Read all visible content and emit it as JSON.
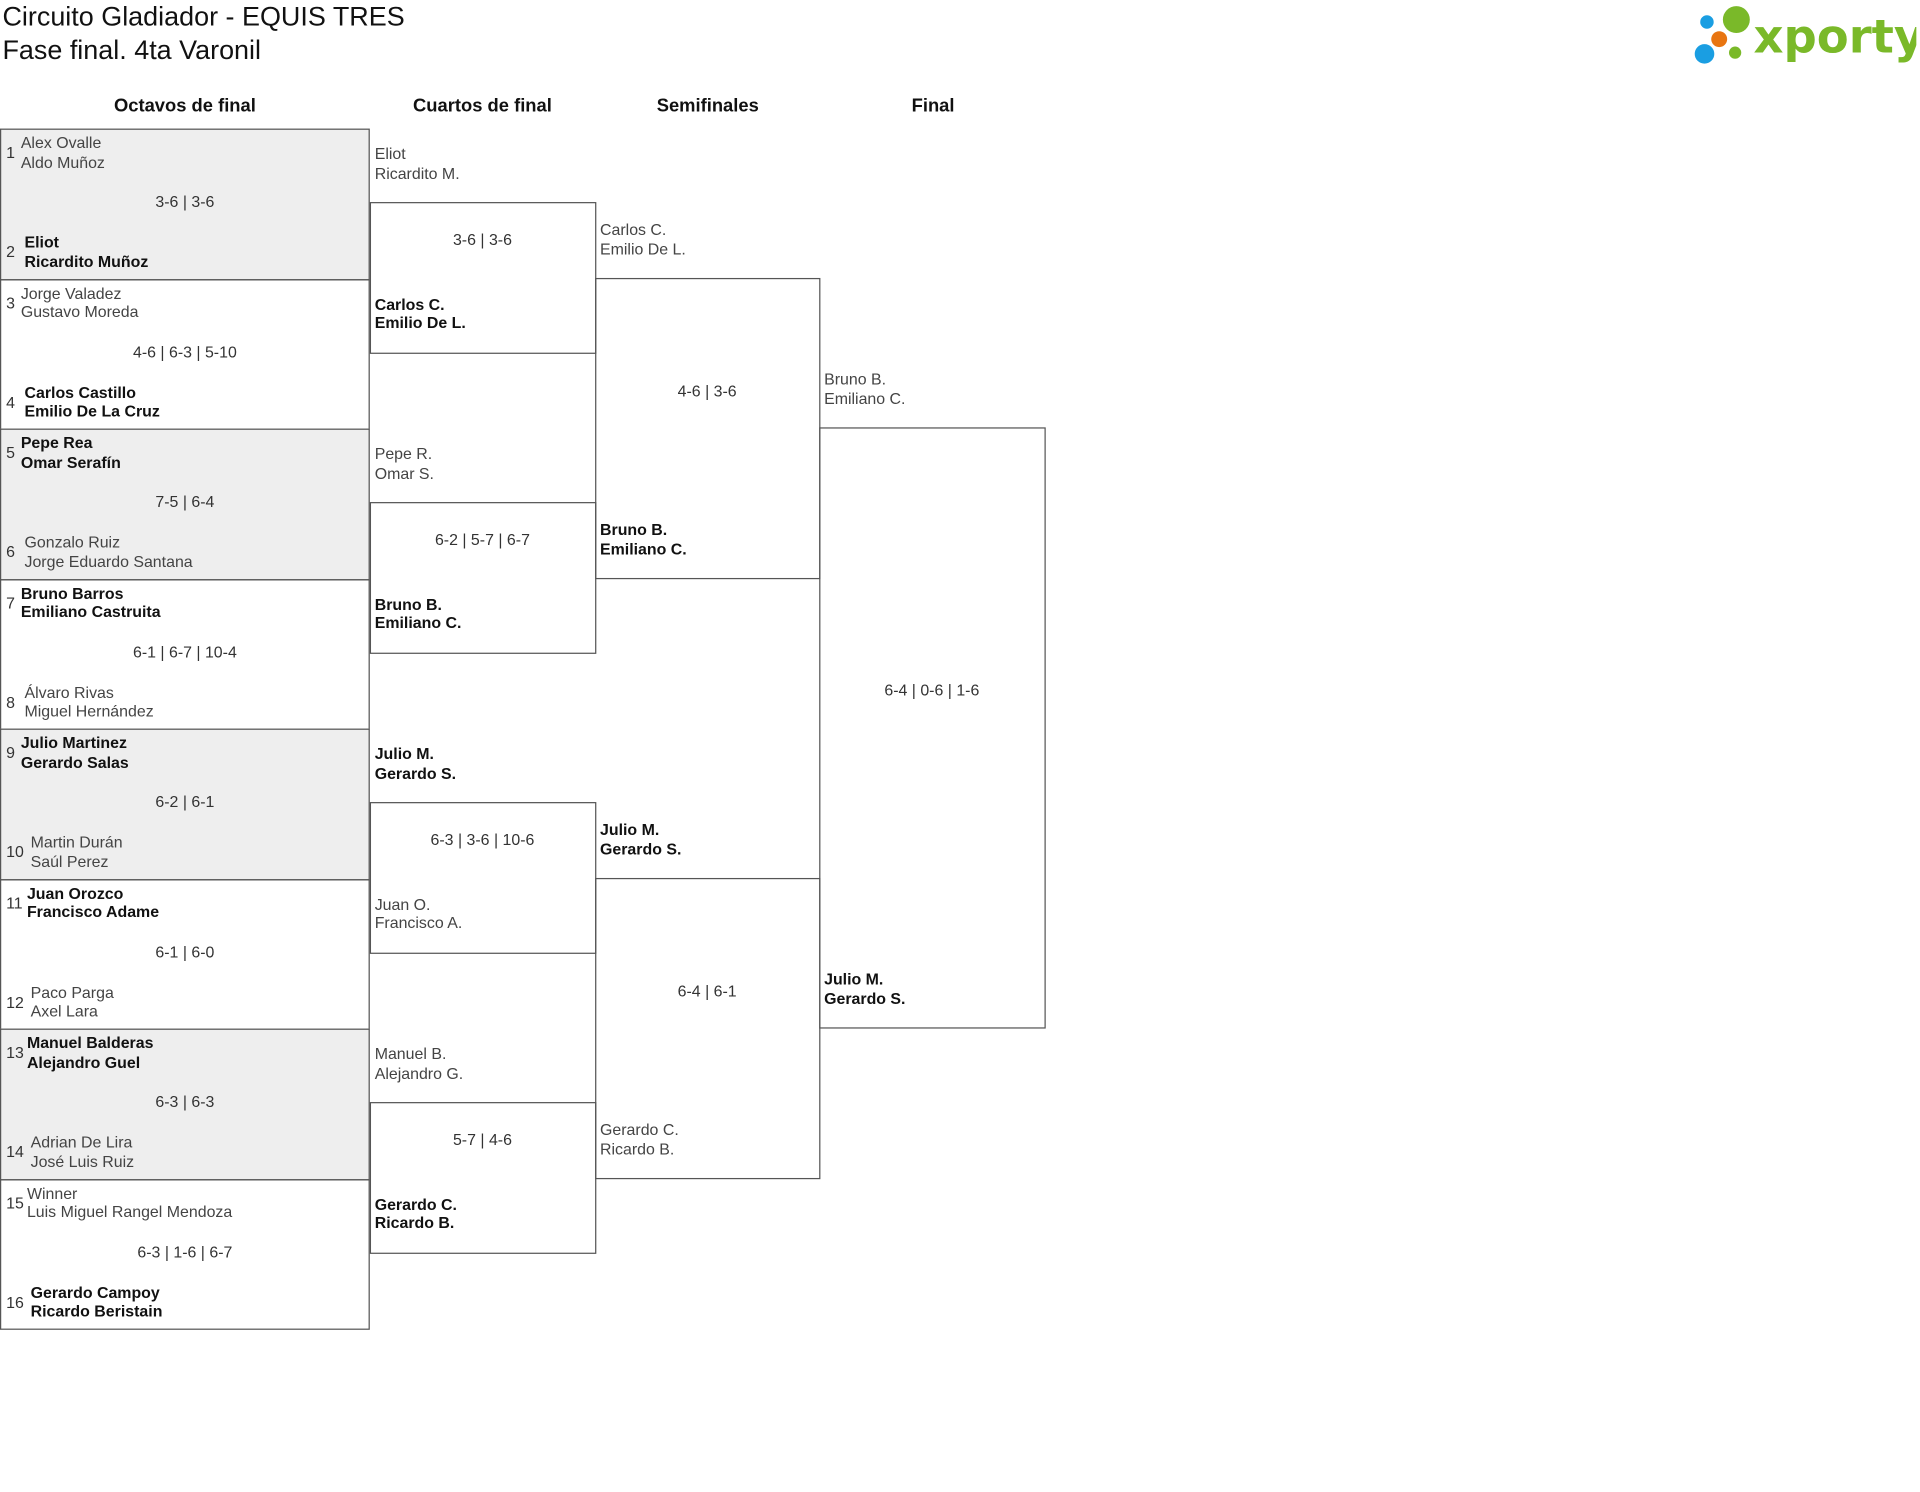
{
  "header": {
    "title": "Circuito Gladiador - EQUIS TRES",
    "subtitle": "Fase final. 4ta Varonil",
    "logo_text": "xporty"
  },
  "colors": {
    "logo_green": "#7ab929",
    "logo_blue": "#1a9ee2",
    "logo_orange": "#e87511",
    "alt_row": "#eeeeee"
  },
  "rounds": [
    {
      "label": "Octavos de final",
      "matches": [
        {
          "score": "3-6 | 3-6",
          "top": {
            "seed": "1",
            "names": [
              "Alex Ovalle",
              "Aldo Muñoz"
            ],
            "winner": false
          },
          "bottom": {
            "seed": "2",
            "names": [
              "Eliot",
              "Ricardito Muñoz"
            ],
            "winner": true
          }
        },
        {
          "score": "4-6 | 6-3 | 5-10",
          "top": {
            "seed": "3",
            "names": [
              "Jorge Valadez",
              "Gustavo Moreda"
            ],
            "winner": false
          },
          "bottom": {
            "seed": "4",
            "names": [
              "Carlos Castillo",
              "Emilio De La Cruz"
            ],
            "winner": true
          }
        },
        {
          "score": "7-5 | 6-4",
          "top": {
            "seed": "5",
            "names": [
              "Pepe Rea",
              "Omar Serafín"
            ],
            "winner": true
          },
          "bottom": {
            "seed": "6",
            "names": [
              "Gonzalo Ruiz",
              "Jorge Eduardo Santana"
            ],
            "winner": false
          }
        },
        {
          "score": "6-1 | 6-7 | 10-4",
          "top": {
            "seed": "7",
            "names": [
              "Bruno Barros",
              "Emiliano Castruita"
            ],
            "winner": true
          },
          "bottom": {
            "seed": "8",
            "names": [
              "Álvaro Rivas",
              "Miguel Hernández"
            ],
            "winner": false
          }
        },
        {
          "score": "6-2 | 6-1",
          "top": {
            "seed": "9",
            "names": [
              "Julio Martinez",
              "Gerardo Salas"
            ],
            "winner": true
          },
          "bottom": {
            "seed": "10",
            "names": [
              "Martin Durán",
              "Saúl Perez"
            ],
            "winner": false
          }
        },
        {
          "score": "6-1 | 6-0",
          "top": {
            "seed": "11",
            "names": [
              "Juan Orozco",
              "Francisco Adame"
            ],
            "winner": true
          },
          "bottom": {
            "seed": "12",
            "names": [
              "Paco Parga",
              "Axel Lara"
            ],
            "winner": false
          }
        },
        {
          "score": "6-3 | 6-3",
          "top": {
            "seed": "13",
            "names": [
              "Manuel Balderas",
              "Alejandro Guel"
            ],
            "winner": true
          },
          "bottom": {
            "seed": "14",
            "names": [
              "Adrian De Lira",
              "José Luis Ruiz"
            ],
            "winner": false
          }
        },
        {
          "score": "6-3 | 1-6 | 6-7",
          "top": {
            "seed": "15",
            "names": [
              "Winner",
              "Luis Miguel Rangel Mendoza"
            ],
            "winner": false
          },
          "bottom": {
            "seed": "16",
            "names": [
              "Gerardo Campoy",
              "Ricardo Beristain"
            ],
            "winner": true
          }
        }
      ]
    },
    {
      "label": "Cuartos de final",
      "matches": [
        {
          "score": "3-6 | 3-6",
          "top": {
            "names": [
              "Eliot",
              "Ricardito M."
            ],
            "winner": false
          },
          "bottom": {
            "names": [
              "Carlos C.",
              "Emilio De L."
            ],
            "winner": true
          }
        },
        {
          "score": "6-2 | 5-7 | 6-7",
          "top": {
            "names": [
              "Pepe R.",
              "Omar S."
            ],
            "winner": false
          },
          "bottom": {
            "names": [
              "Bruno B.",
              "Emiliano C."
            ],
            "winner": true
          }
        },
        {
          "score": "6-3 | 3-6 | 10-6",
          "top": {
            "names": [
              "Julio M.",
              "Gerardo S."
            ],
            "winner": true
          },
          "bottom": {
            "names": [
              "Juan O.",
              "Francisco A."
            ],
            "winner": false
          }
        },
        {
          "score": "5-7 | 4-6",
          "top": {
            "names": [
              "Manuel B.",
              "Alejandro G."
            ],
            "winner": false
          },
          "bottom": {
            "names": [
              "Gerardo C.",
              "Ricardo B."
            ],
            "winner": true
          }
        }
      ]
    },
    {
      "label": "Semifinales",
      "matches": [
        {
          "score": "4-6 | 3-6",
          "top": {
            "names": [
              "Carlos C.",
              "Emilio De L."
            ],
            "winner": false
          },
          "bottom": {
            "names": [
              "Bruno B.",
              "Emiliano C."
            ],
            "winner": true
          }
        },
        {
          "score": "6-4 | 6-1",
          "top": {
            "names": [
              "Julio M.",
              "Gerardo S."
            ],
            "winner": true
          },
          "bottom": {
            "names": [
              "Gerardo C.",
              "Ricardo B."
            ],
            "winner": false
          }
        }
      ]
    },
    {
      "label": "Final",
      "matches": [
        {
          "score": "6-4 | 0-6 | 1-6",
          "top": {
            "names": [
              "Bruno B.",
              "Emiliano C."
            ],
            "winner": false
          },
          "bottom": {
            "names": [
              "Julio M.",
              "Gerardo S."
            ],
            "winner": true
          }
        }
      ]
    }
  ]
}
